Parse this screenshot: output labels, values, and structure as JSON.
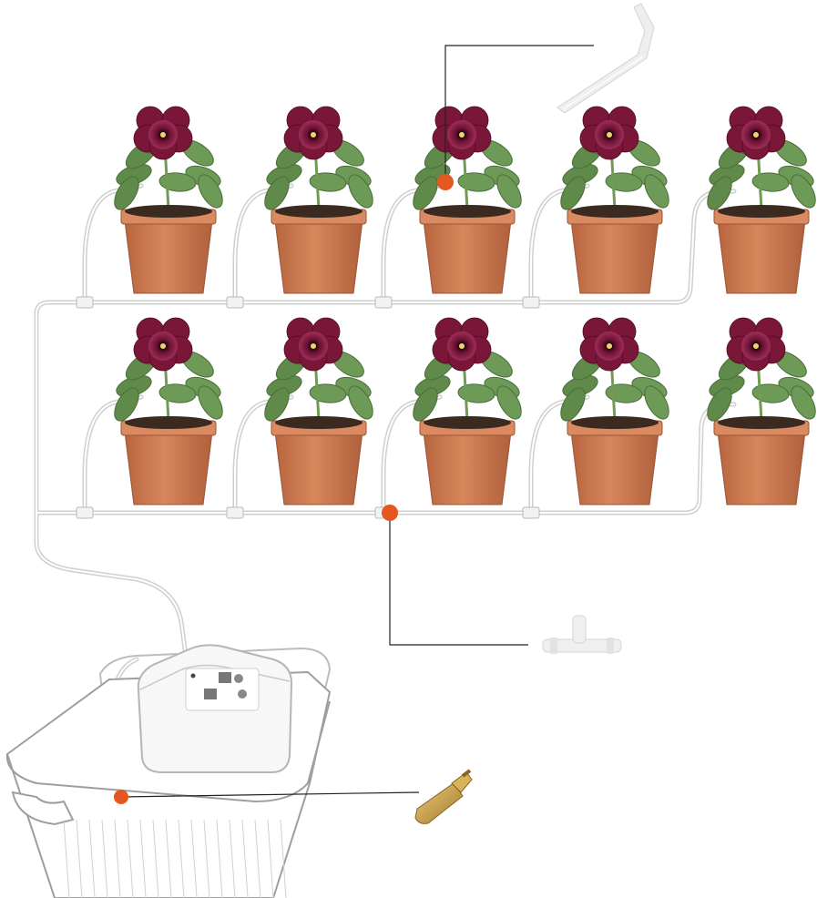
{
  "diagram": {
    "rows": [
      {
        "pots": [
          "pot",
          "pot",
          "pot",
          "pot",
          "pot"
        ]
      },
      {
        "pots": [
          "pot",
          "pot",
          "pot",
          "pot",
          "pot"
        ]
      }
    ],
    "callouts": [
      {
        "id": "drip-stake",
        "part": "drip-stake-icon"
      },
      {
        "id": "tee-connector",
        "part": "tee-connector-icon"
      },
      {
        "id": "filter",
        "part": "brass-filter-icon"
      }
    ],
    "colors": {
      "pot": "#c9784f",
      "pot_rim": "#d98a61",
      "soil": "#3b2a20",
      "petal": "#7a1638",
      "petal_light": "#b04066",
      "leaf": "#5f8a4a",
      "tube": "#d9d9d9",
      "callout_dot": "#e4571e",
      "callout_line": "#222222",
      "brass": "#c9a24a"
    },
    "controller": {
      "device": "water-pump-controller",
      "container": "bucket"
    }
  }
}
